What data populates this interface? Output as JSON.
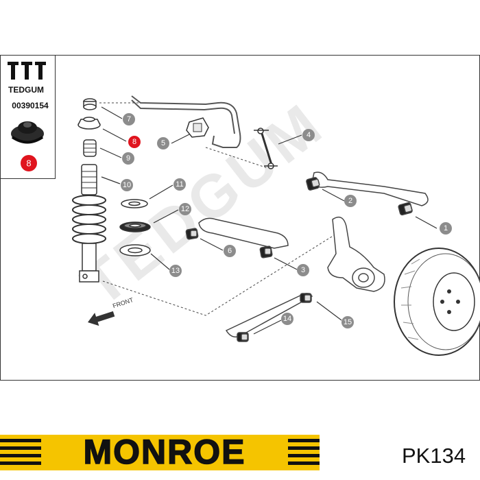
{
  "inset": {
    "brand": "TEDGUM",
    "part_number": "00390154",
    "highlight_label": "8"
  },
  "watermark": "TEDGUM",
  "front_label": "FRONT",
  "callouts": [
    {
      "id": "1",
      "label": "1",
      "highlighted": false
    },
    {
      "id": "2",
      "label": "2",
      "highlighted": false
    },
    {
      "id": "3",
      "label": "3",
      "highlighted": false
    },
    {
      "id": "4",
      "label": "4",
      "highlighted": false
    },
    {
      "id": "5",
      "label": "5",
      "highlighted": false
    },
    {
      "id": "6",
      "label": "6",
      "highlighted": false
    },
    {
      "id": "7",
      "label": "7",
      "highlighted": false
    },
    {
      "id": "8",
      "label": "8",
      "highlighted": true
    },
    {
      "id": "9",
      "label": "9",
      "highlighted": false
    },
    {
      "id": "10",
      "label": "10",
      "highlighted": false
    },
    {
      "id": "11",
      "label": "11",
      "highlighted": false
    },
    {
      "id": "12",
      "label": "12",
      "highlighted": false
    },
    {
      "id": "13",
      "label": "13",
      "highlighted": false
    },
    {
      "id": "14",
      "label": "14",
      "highlighted": false
    },
    {
      "id": "15",
      "label": "15",
      "highlighted": false
    }
  ],
  "footer": {
    "brand": "MONROE",
    "part_code": "PK134"
  },
  "colors": {
    "callout_fill": "#8c8c8c",
    "highlight_fill": "#e0141e",
    "brand_yellow": "#f5c400",
    "brand_black": "#111111"
  }
}
